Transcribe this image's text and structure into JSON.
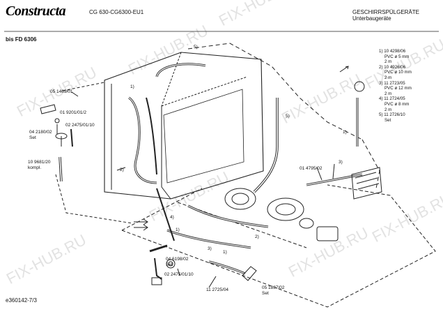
{
  "header": {
    "brand": "Constructa",
    "model": "CG 630-CG6300-EU1",
    "category_1": "GESCHIRRSPÜLGERÄTE",
    "category_2": "Unterbaugeräte"
  },
  "variant": "bis FD 6306",
  "footer_code": "e360142-7/3",
  "legend": [
    "1) 10 4298/06",
    "PVC ø 5 mm",
    "2 m",
    "2) 10 4926/06",
    "PVC ø 10 mm",
    "2 m",
    "3) 11 2723/05",
    "PVC ø 12 mm",
    "2 m",
    "4) 11 2724/05",
    "PVC ø 8 mm",
    "2 m",
    "5) 11 2726/10",
    "Set"
  ],
  "parts": {
    "p1": "05 1469/01",
    "p2": "01 9201/01/2",
    "p3": "02 2475/01/10",
    "p4": "04 2180/02",
    "p4b": "Set",
    "p5": "10 9681/20",
    "p5b": "kompl.",
    "p6": "01 4795/02",
    "p7": "04 6198/02",
    "p7b": "Set",
    "p8": "02 2475/01/10",
    "p9": "11 2725/04",
    "p10": "05 1837/02",
    "p10b": "Set"
  },
  "callouts": {
    "c1a": "1)",
    "c1b": "1)",
    "c1c": "1)",
    "c1d": "1)",
    "c2": "2)",
    "c2b": "2)",
    "c3": "3)",
    "c3b": "3)",
    "c4": "4)",
    "c5a": "5)",
    "c5b": "5)"
  },
  "watermark": "FIX-HUB.RU"
}
